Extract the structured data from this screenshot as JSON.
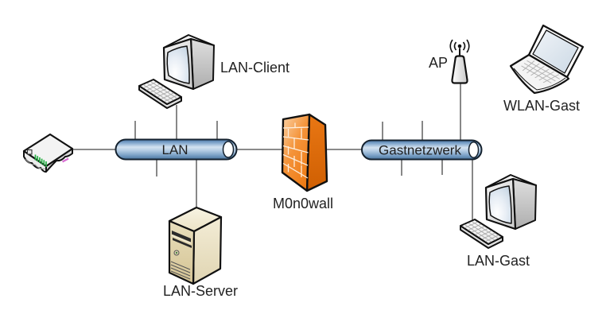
{
  "diagram": {
    "type": "network-topology",
    "background": "#ffffff",
    "nodes": {
      "router": {
        "label": "",
        "kind": "router"
      },
      "lan_bus": {
        "label": "LAN",
        "kind": "network-bus"
      },
      "lan_client": {
        "label": "LAN-Client",
        "kind": "workstation"
      },
      "lan_server": {
        "label": "LAN-Server",
        "kind": "server"
      },
      "firewall": {
        "label": "M0n0wall",
        "kind": "firewall"
      },
      "guest_bus": {
        "label": "Gastnetzwerk",
        "kind": "network-bus"
      },
      "ap": {
        "label": "AP",
        "kind": "wireless-access-point"
      },
      "wlan_guest": {
        "label": "WLAN-Gast",
        "kind": "laptop"
      },
      "lan_guest": {
        "label": "LAN-Gast",
        "kind": "workstation"
      }
    },
    "edges": [
      {
        "from": "router",
        "to": "lan_bus"
      },
      {
        "from": "lan_client",
        "to": "lan_bus"
      },
      {
        "from": "lan_server",
        "to": "lan_bus"
      },
      {
        "from": "lan_bus",
        "to": "firewall"
      },
      {
        "from": "firewall",
        "to": "guest_bus"
      },
      {
        "from": "ap",
        "to": "guest_bus"
      },
      {
        "from": "lan_guest",
        "to": "guest_bus"
      }
    ],
    "colors": {
      "bus_fill": "#7da3c8",
      "bus_highlight": "#d3e2f0",
      "bus_outline": "#14212e",
      "firewall_orange": "#f08422",
      "firewall_orange_dark": "#d86507",
      "connector_gray": "#7a7a7a",
      "label_text": "#222222",
      "led_green": "#27ae45",
      "server_beige": "#e3d7b2"
    }
  }
}
